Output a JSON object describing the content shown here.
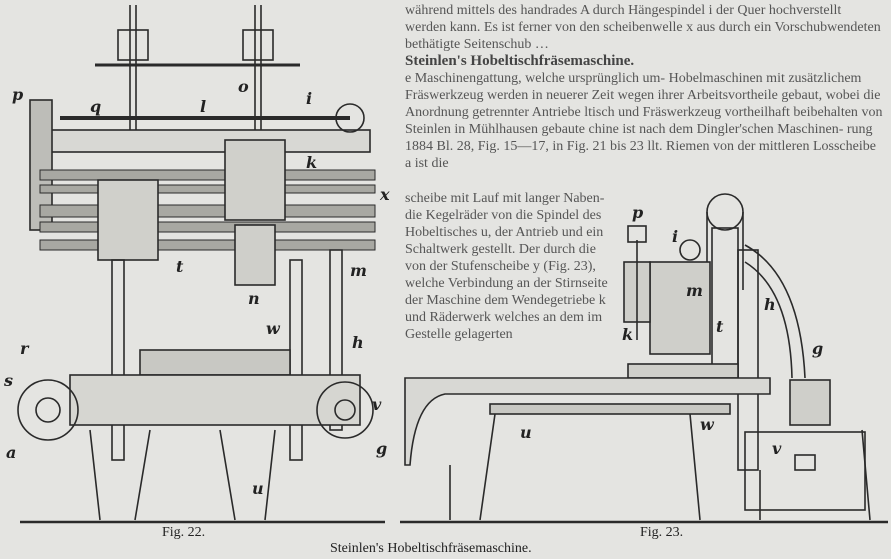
{
  "left_text": [
    "während mittels des",
    "handrades A durch Hängespindel i der Quer",
    "hochverstellt werden kann. Es ist ferner von den",
    "scheibenwelle x aus durch ein Vorschubwendeten",
    "bethätigte Seitenschub …"
  ],
  "right_text": {
    "heading": "Steinlen's Hobeltischfräsemaschine.",
    "lines": [
      "e Maschinengattung, welche ursprünglich um-",
      "Hobelmaschinen mit zusätzlichem Fräswerkzeug",
      "werden in neuerer Zeit wegen ihrer Arbeitsvortheile",
      "gebaut, wobei die Anordnung getrennter Antriebe",
      "ltisch und Fräswerkzeug vortheilhaft beibehalten",
      "von Steinlen in Mühlhausen gebaute",
      "chine ist nach dem Dingler'schen Maschinen-",
      "rung 1884 Bl. 28, Fig. 15—17, in Fig. 21 bis 23",
      "llt. Riemen von der mittleren Losscheibe a ist die",
      "scheibe mit Lauf mit langer Naben-",
      "die Kegelräder von die",
      "Spindel des Hobeltisches u,",
      "der Antrieb und ein",
      "Schaltwerk gestellt.",
      "Der",
      "durch die von der Stufenscheibe y (Fig. 23), welche",
      "Verbindung an der Stirnseite der Maschine",
      "dem Wendegetriebe k und Räderwerk",
      "welches an dem im Gestelle gelagerten"
    ]
  },
  "figure_22": {
    "caption": "Fig. 22.",
    "labels": [
      "p",
      "q",
      "l",
      "o",
      "i",
      "k",
      "x",
      "t",
      "n",
      "m",
      "r",
      "s",
      "w",
      "h",
      "a",
      "v",
      "g",
      "u"
    ]
  },
  "figure_23": {
    "caption": "Fig. 23.",
    "labels": [
      "p",
      "i",
      "k",
      "m",
      "h",
      "t",
      "w",
      "g",
      "u",
      "v"
    ]
  },
  "plate_caption": "Steinlen's Hobeltischfräsemaschine."
}
